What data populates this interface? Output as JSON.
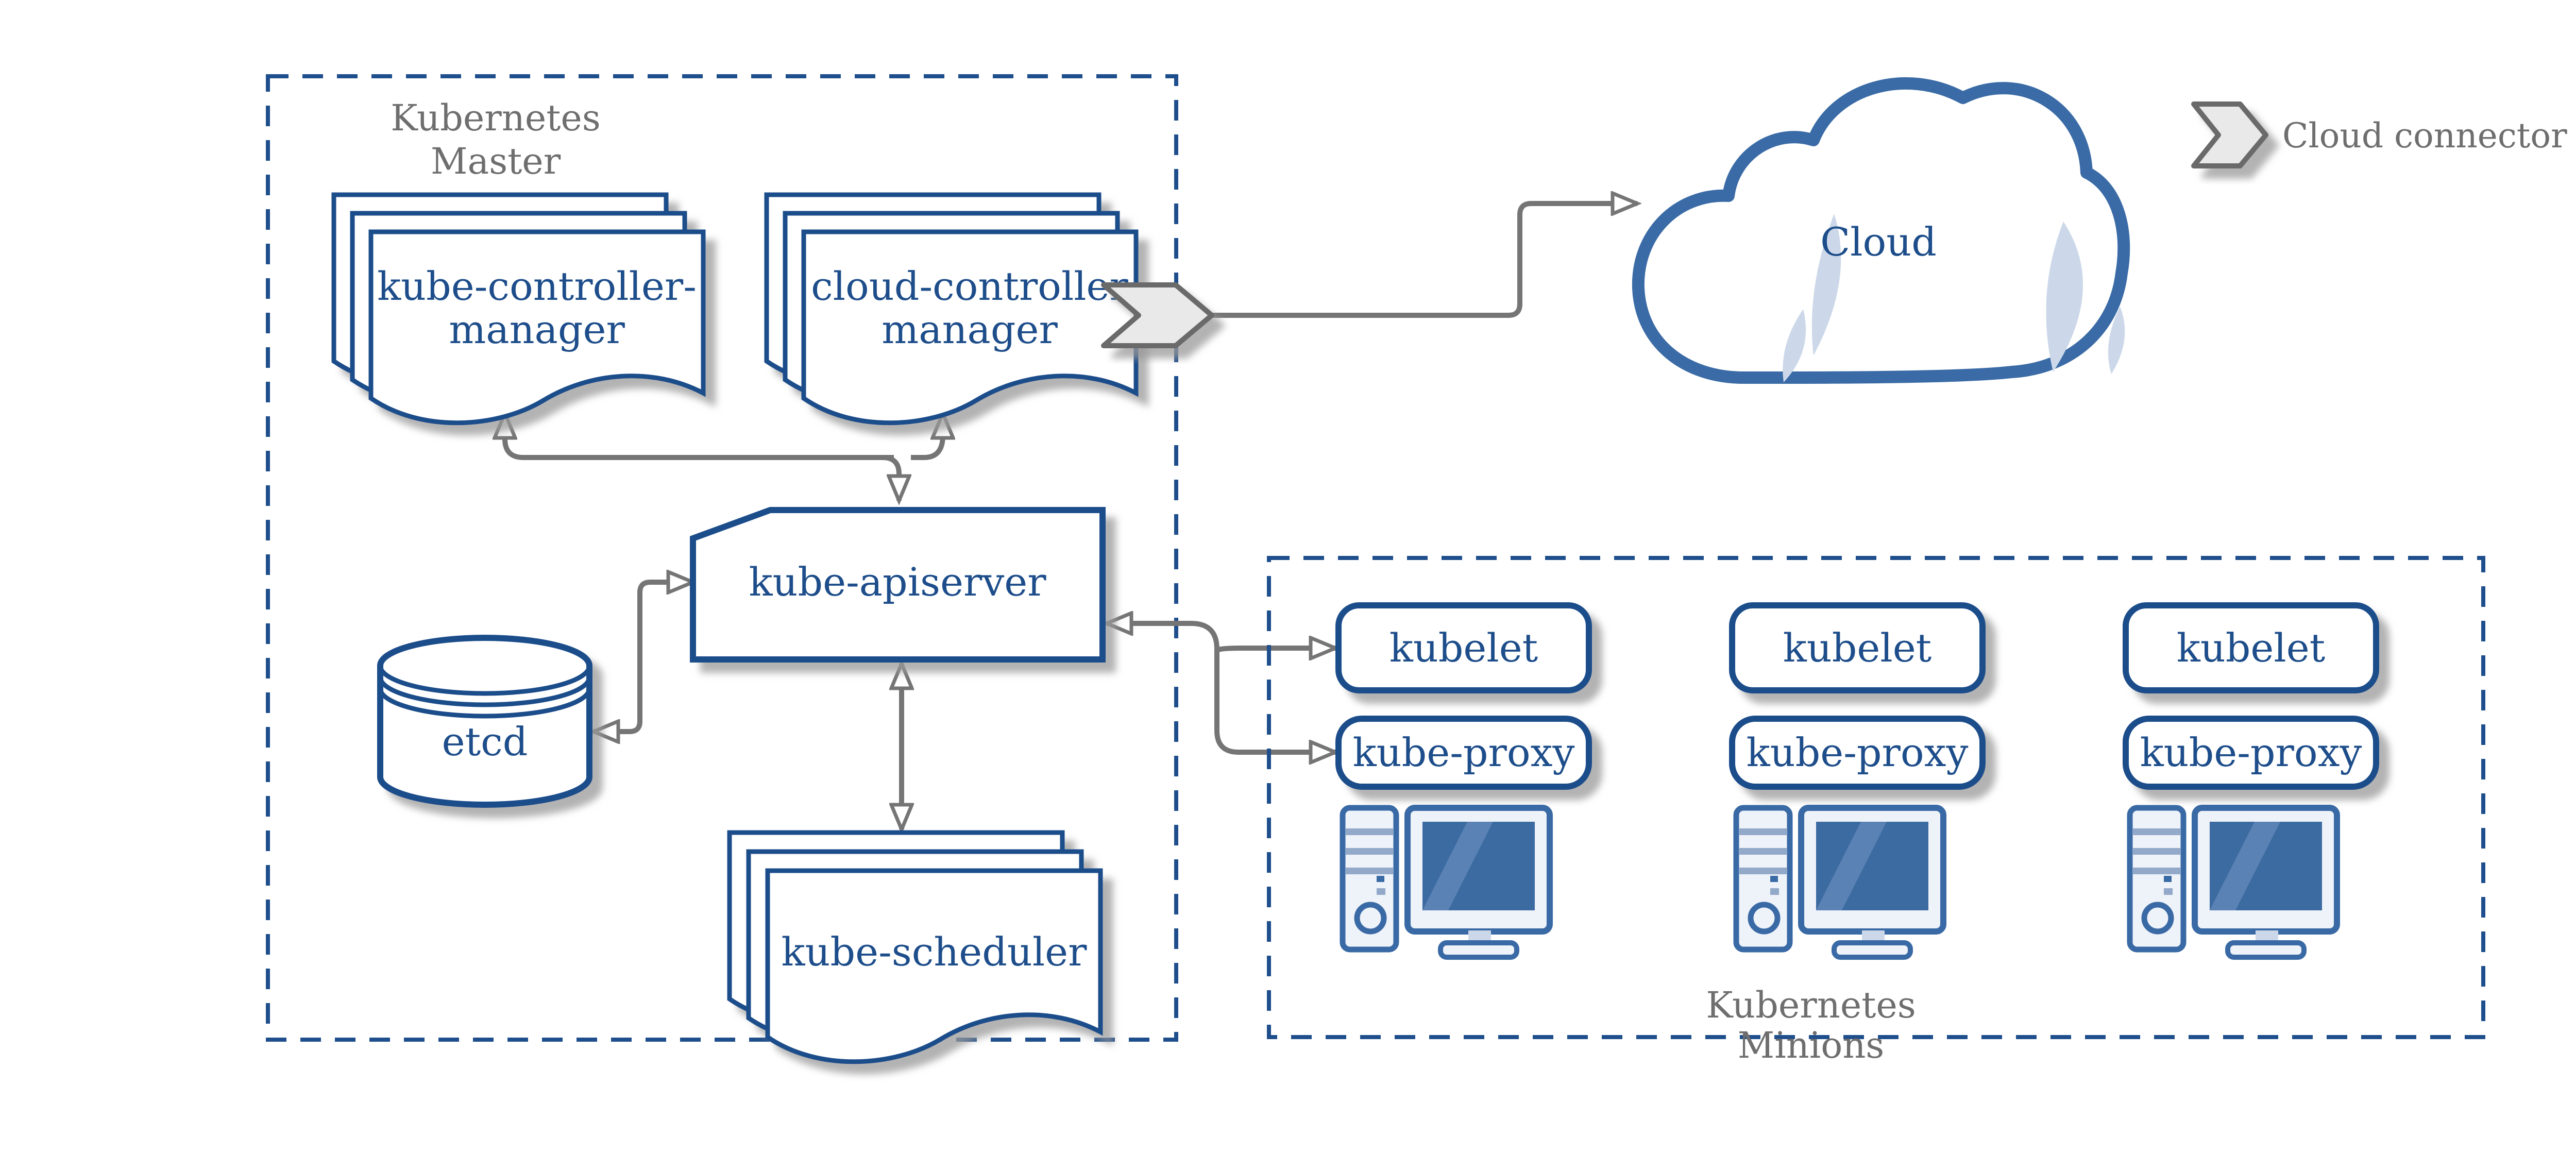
{
  "diagram": {
    "master": {
      "title_line1": "Kubernetes",
      "title_line2": "Master",
      "kube_controller_manager_line1": "kube-controller-",
      "kube_controller_manager_line2": "manager",
      "cloud_controller_manager_line1": "cloud-controller",
      "cloud_controller_manager_line2": "manager",
      "kube_apiserver": "kube-apiserver",
      "etcd": "etcd",
      "kube_scheduler": "kube-scheduler"
    },
    "cloud": {
      "label": "Cloud"
    },
    "legend": {
      "cloud_connector": "Cloud connector"
    },
    "minions": {
      "title_line1": "Kubernetes",
      "title_line2": "Minions",
      "nodes": [
        {
          "kubelet": "kubelet",
          "kube_proxy": "kube-proxy"
        },
        {
          "kubelet": "kubelet",
          "kube_proxy": "kube-proxy"
        },
        {
          "kubelet": "kubelet",
          "kube_proxy": "kube-proxy"
        }
      ]
    },
    "colors": {
      "primary_blue": "#1d4d8a",
      "shape_stroke_blue": "#1e4e8b",
      "cloud_outline_blue": "#3a6ba6",
      "icon_blue": "#3a6aa5",
      "screen_blue": "#3c6ba2",
      "light_blue_fill": "#ccd8e9",
      "panel_fill": "#eef2f9",
      "connector_gray": "#757575",
      "label_gray": "#6e6e6e",
      "chevron_fill": "#e9e9e9",
      "shadow_gray": "#999999"
    }
  }
}
